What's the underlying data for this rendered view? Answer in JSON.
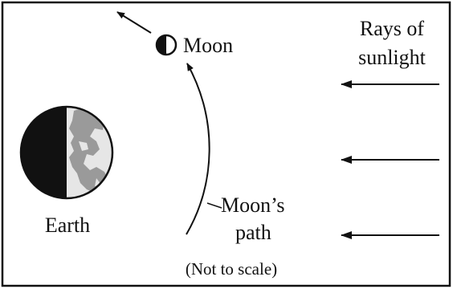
{
  "labels": {
    "moon": "Moon",
    "earth": "Earth",
    "rays_line1": "Rays of",
    "rays_line2": "sunlight",
    "path_line1": "Moon’s",
    "path_line2": "path",
    "scale_note": "(Not to scale)"
  },
  "colors": {
    "ink": "#111111",
    "land": "#9a9a9a",
    "ocean": "#e6e6e6",
    "background": "#ffffff"
  },
  "icons": [
    "earth-icon",
    "moon-icon",
    "sunlight-arrow-icon",
    "path-arrow-icon"
  ]
}
